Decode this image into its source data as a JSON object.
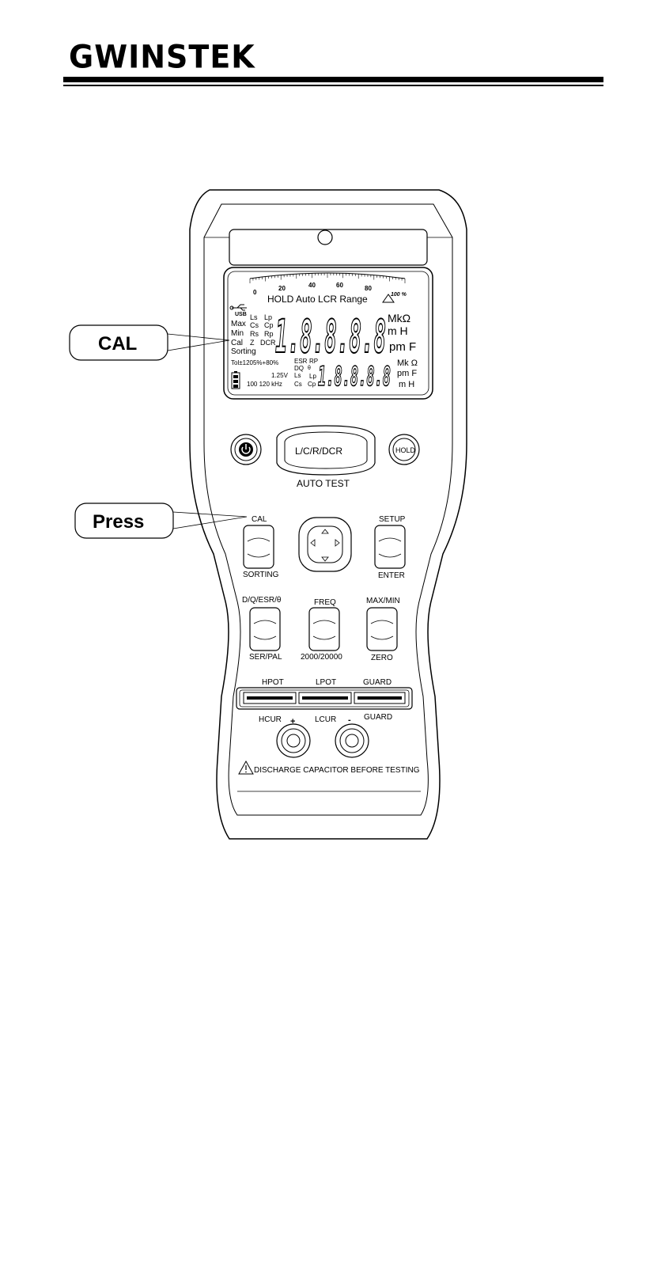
{
  "header": {
    "brand": "GWINSTEK"
  },
  "callouts": {
    "cal": "CAL",
    "press": "Press"
  },
  "lcd": {
    "scale_ticks": [
      "0",
      "20",
      "40",
      "60",
      "80",
      "100 %"
    ],
    "status_line": "HOLD Auto LCR Range",
    "left_labels": [
      "USB",
      "Max",
      "Min",
      "Cal",
      "Sorting"
    ],
    "param_col1": [
      "Ls",
      "Cs",
      "Rs",
      "Z"
    ],
    "param_col2": [
      "Lp",
      "Cp",
      "Rp",
      "DCR"
    ],
    "main_digits": "1.8.8.8.8",
    "main_units": [
      "MkΩ",
      "m H",
      "pm F"
    ],
    "tol": "Tol±1205%+80%",
    "voltage": "1.25V",
    "freq": "100 120 kHz",
    "sec_labels_a": [
      "ESR",
      "DQ",
      "Ls",
      "Cs"
    ],
    "sec_labels_b": [
      "RP",
      "θ",
      "Lp",
      "Cp"
    ],
    "sec_digits": "1.8.8.8.8",
    "sec_units": [
      "Mk Ω",
      "pm F",
      "m H"
    ]
  },
  "buttons": {
    "power": "⏻",
    "lcr": "L/C/R/DCR",
    "auto_test": "AUTO TEST",
    "hold": "HOLD",
    "cal_top": "CAL",
    "cal_bottom": "SORTING",
    "setup_top": "SETUP",
    "setup_bottom": "ENTER",
    "dq_top": "D/Q/ESR/θ",
    "dq_bottom": "SER/PAL",
    "freq_top": "FREQ",
    "freq_bottom": "2000/20000",
    "maxmin_top": "MAX/MIN",
    "maxmin_bottom": "ZERO"
  },
  "terminals": {
    "hpot": "HPOT",
    "lpot": "LPOT",
    "guard_top": "GUARD",
    "hcur": "HCUR",
    "lcur": "LCUR",
    "guard_bottom": "GUARD",
    "plus": "+",
    "minus": "-"
  },
  "warning": "DISCHARGE CAPACITOR BEFORE TESTING"
}
